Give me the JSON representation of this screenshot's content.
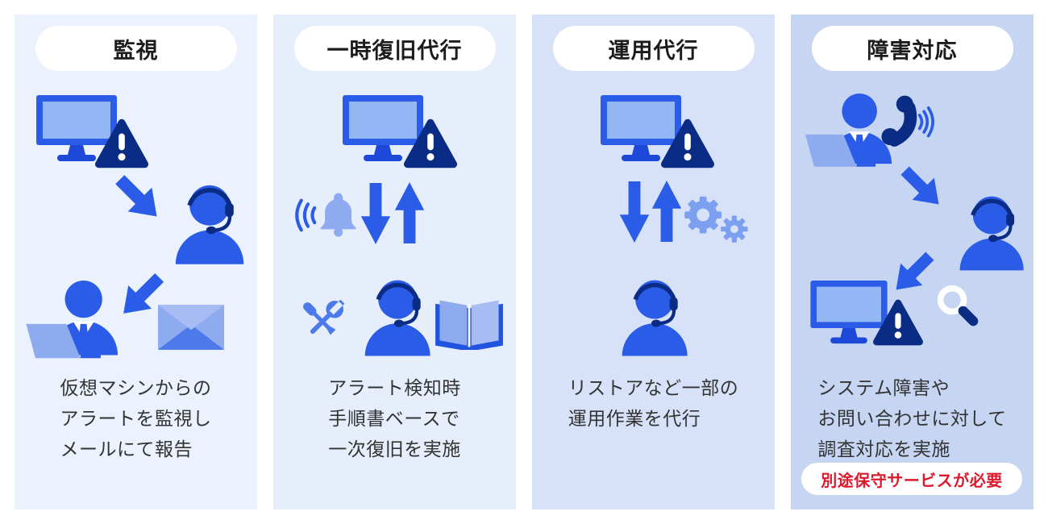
{
  "panels": [
    {
      "title": "監視",
      "lines": [
        "仮想マシンからの",
        "アラートを監視し",
        "メールにて報告"
      ],
      "icons": [
        "monitor-icon",
        "warning-triangle-icon",
        "arrow-down-right-icon",
        "operator-headset-icon",
        "arrow-down-left-icon",
        "business-person-laptop-icon",
        "envelope-icon"
      ]
    },
    {
      "title": "一時復旧代行",
      "lines": [
        "アラート検知時",
        "手順書ベースで",
        "一次復旧を実施"
      ],
      "icons": [
        "monitor-icon",
        "warning-triangle-icon",
        "ringing-bell-icon",
        "arrow-down-icon",
        "arrow-up-icon",
        "tools-icon",
        "operator-headset-icon",
        "open-book-icon"
      ]
    },
    {
      "title": "運用代行",
      "lines": [
        "リストアなど一部の",
        "運用作業を代行"
      ],
      "icons": [
        "monitor-icon",
        "warning-triangle-icon",
        "arrow-down-icon",
        "arrow-up-icon",
        "gears-icon",
        "operator-headset-icon"
      ]
    },
    {
      "title": "障害対応",
      "lines": [
        "システム障害や",
        "お問い合わせに対して",
        "調査対応を実施"
      ],
      "badge": "別途保守サービスが必要",
      "icons": [
        "business-person-laptop-icon",
        "ringing-phone-icon",
        "arrow-down-right-icon",
        "operator-headset-icon",
        "arrow-down-left-icon",
        "monitor-icon",
        "warning-triangle-icon",
        "magnifier-icon"
      ]
    }
  ],
  "colors": {
    "panel_bg_1": "#ebf2fd",
    "panel_bg_2": "#e6eefc",
    "panel_bg_3": "#d7e2f9",
    "panel_bg_4": "#c6d5f2",
    "icon_blue": "#2b5ce8",
    "icon_deep": "#1d48d8",
    "icon_navy": "#0b2c85",
    "icon_screen": "#93b6f4",
    "icon_light": "#8fabf0",
    "icon_lighter": "#a8bcf4",
    "icon_mid": "#4c7aeb",
    "icon_gear": "#7d9ff0",
    "icon_cover": "#2053e0",
    "badge_red": "#dc1a2e",
    "title_text": "#1c1c1c",
    "body_text": "#333333"
  }
}
